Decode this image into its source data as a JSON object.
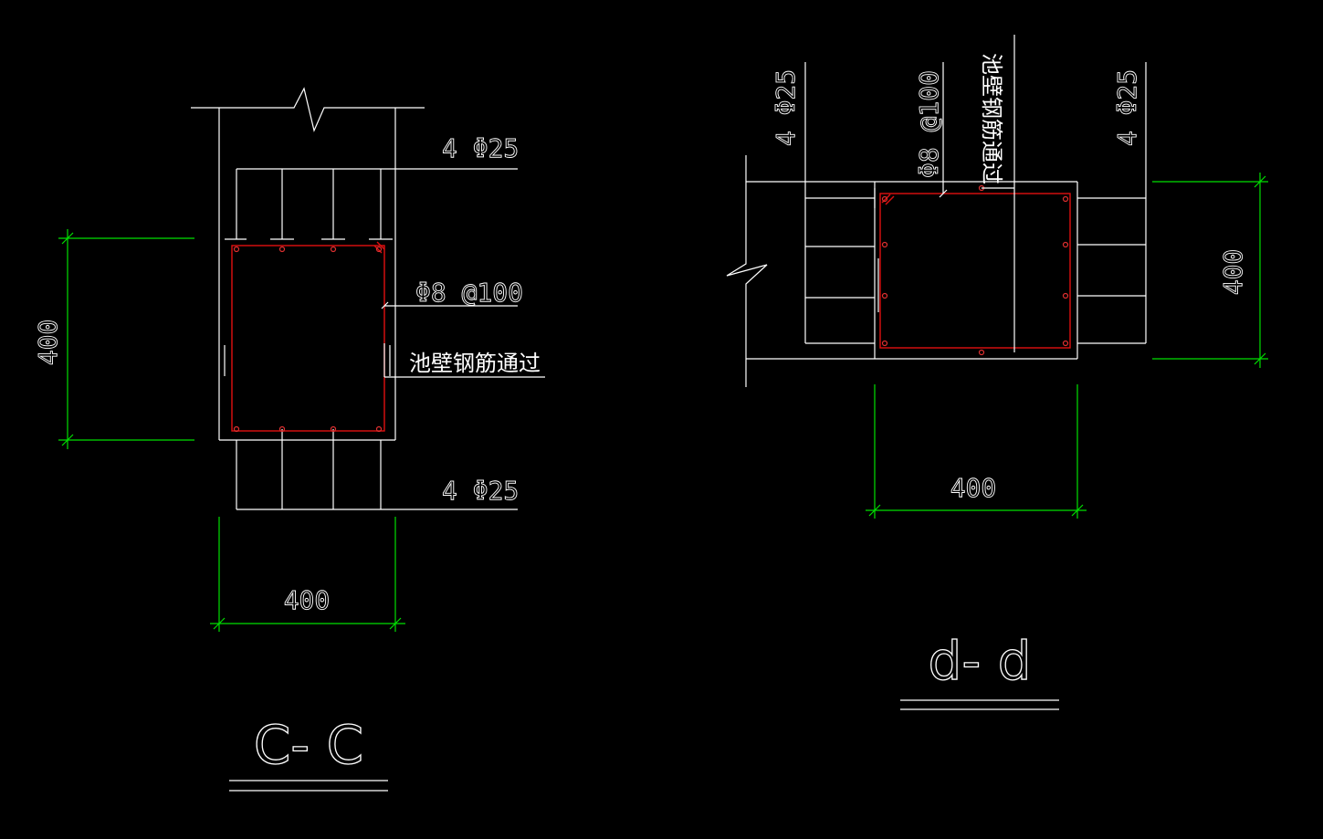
{
  "colors": {
    "background": "#000000",
    "lines": "#ffffff",
    "dimensions": "#00e000",
    "stirrup": "#e01010"
  },
  "section_cc": {
    "title": "C- C",
    "top_bars": "4 Φ25",
    "bottom_bars": "4 Φ25",
    "stirrup": "Φ8 @100",
    "note": "池壁钢筋通过",
    "dim_height": "400",
    "dim_width": "400"
  },
  "section_dd": {
    "title": "d- d",
    "left_bars": "4 Φ25",
    "right_bars": "4 Φ25",
    "stirrup": "Φ8 @100",
    "note": "池壁钢筋通过",
    "dim_height": "400",
    "dim_width": "400"
  }
}
